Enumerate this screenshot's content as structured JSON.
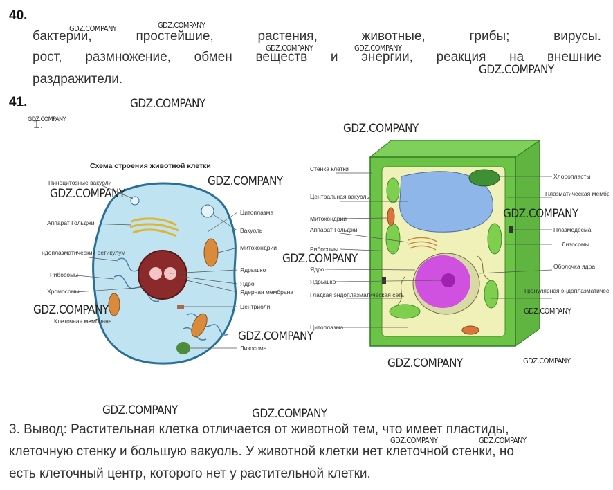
{
  "q40": {
    "number": "40.",
    "line1": [
      "бактерии,",
      "простейшие,",
      "растения,",
      "животные,",
      "грибы;",
      "вирусы."
    ],
    "line2": [
      "рост,",
      "размножение,",
      "обмен",
      "веществ",
      "и",
      "энергии,",
      "реакция",
      "на",
      "внешние"
    ],
    "line3": "раздражители."
  },
  "q41": {
    "number": "41.",
    "item": "1."
  },
  "watermark": "GDZ.COMPANY",
  "animal_cell": {
    "title": "Схема строения животной клетки",
    "labels_left": [
      "Пиноцитозные вакуоли",
      "Аппарат Гольджи",
      "Эндоплазматический ретикулум",
      "Рибосомы",
      "Хромосомы",
      "Клеточная мембрана"
    ],
    "labels_right": [
      "Цитоплазма",
      "Вакуоль",
      "Митохондрии",
      "Ядрышко",
      "Ядро",
      "Ядерная мембрана",
      "Центриоли",
      "Лизосома"
    ]
  },
  "plant_cell": {
    "labels_left": [
      "Стенка клетки",
      "Центральная вакуоль",
      "Митохондрии",
      "Аппарат Гольджи",
      "Рибосомы",
      "Ядро",
      "Ядрышко",
      "Гладкая эндоплазматическая сеть",
      "Цитоплазма"
    ],
    "labels_right": [
      "Хлоропласты",
      "Плазматическая мембрана",
      "Плазмодесма",
      "Лизосомы",
      "Оболочка ядра",
      "Гранулярная эндоплазматическая сеть"
    ]
  },
  "conclusion": {
    "line1": "3. Вывод: Растительная клетка отличается от животной тем, что имеет пластиды,",
    "line2": "клеточную стенку и большую вакуоль. У животной клетки нет клеточной стенки, но",
    "line3": "есть клеточный центр, которого нет у растительной клетки."
  }
}
